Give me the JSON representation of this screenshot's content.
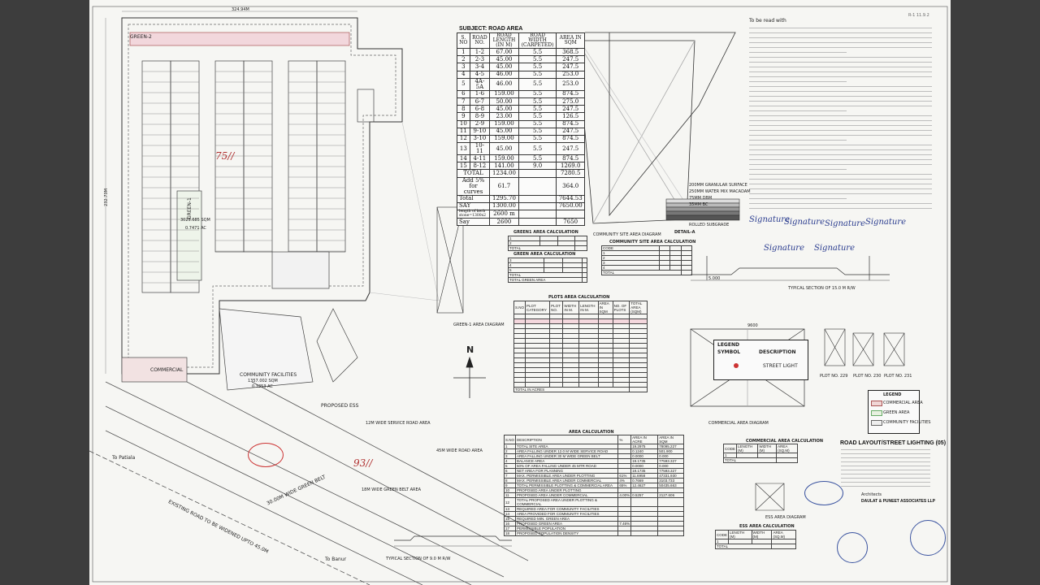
{
  "sheet": {
    "revision_label": "R-1 11.9.2"
  },
  "road_table": {
    "caption": "SUBJECT: ROAD AREA",
    "headers": [
      "S. NO",
      "ROAD NO.",
      "ROAD LENGTH (IN M)",
      "ROAD WIDTH (CARPETED)",
      "AREA IN SQM"
    ],
    "rows": [
      [
        "1",
        "1-2",
        "67.00",
        "5.5",
        "368.5"
      ],
      [
        "2",
        "2-3",
        "45.00",
        "5.5",
        "247.5"
      ],
      [
        "3",
        "3-4",
        "45.00",
        "5.5",
        "247.5"
      ],
      [
        "4",
        "4-5",
        "46.00",
        "5.5",
        "253.0"
      ],
      [
        "5",
        "4A-5A",
        "46.00",
        "5.5",
        "253.0"
      ],
      [
        "6",
        "1-6",
        "159.00",
        "5.5",
        "874.5"
      ],
      [
        "7",
        "6-7",
        "50.00",
        "5.5",
        "275.0"
      ],
      [
        "8",
        "6-8",
        "45.00",
        "5.5",
        "247.5"
      ],
      [
        "9",
        "8-9",
        "23.00",
        "5.5",
        "126.5"
      ],
      [
        "10",
        "2-9",
        "159.00",
        "5.5",
        "874.5"
      ],
      [
        "11",
        "9-10",
        "45.00",
        "5.5",
        "247.5"
      ],
      [
        "12",
        "3-10",
        "159.00",
        "5.5",
        "874.5"
      ],
      [
        "13",
        "10-11",
        "45.00",
        "5.5",
        "247.5"
      ],
      [
        "14",
        "4-11",
        "159.00",
        "5.5",
        "874.5"
      ],
      [
        "15",
        "8-12",
        "141.00",
        "9.0",
        "1269.0"
      ]
    ],
    "total_label": "TOTAL",
    "total_length": "1234.00",
    "total_area": "7280.5",
    "curves_label": "Add 5% for curves",
    "curves_length": "61.7",
    "curves_area": "364.0",
    "total2_label": "Total",
    "total2_length": "1295.70",
    "total2_area": "7644.53",
    "say_label": "SAY",
    "say_length": "1300.00",
    "say_area": "7650.00",
    "kerb_label": "length of kerb stone=1300x2",
    "kerb_value": "2600 m",
    "say2_label": "Say",
    "say2_length": "2600",
    "say2_area": "7650"
  },
  "plan_labels": {
    "green2": "GREEN-2",
    "green1": "GREEN-1",
    "green1_area": "3023.685 SQM",
    "green1_acre": "0.7471 AC",
    "commercial": "COMMERCIAL",
    "community": "COMMUNITY FACILITIES",
    "community_area": "1357.002 SQM",
    "community_acre": "0.3353 AC",
    "proposed_ess": "PROPOSED ESS",
    "service_road": "12M WIDE SERVICE ROAD AREA",
    "road_45m": "45M WIDE ROAD AREA",
    "green_belt_30": "30.00M WIDE GREEN BELT",
    "green_belt_18": "18M WIDE GREEN BELT AREA",
    "existing_road": "EXISTING ROAD TO BE WIDENED UPTO 45.0M",
    "to_patiala": "To Patiala",
    "to_banur": "To Banur",
    "typical_section_left": "TYPICAL SECTION OF 9.0 M R/W",
    "north": "N",
    "hand_75": "75//",
    "hand_93": "93//",
    "dim_top": "324.94M",
    "dim_left": "232.73M"
  },
  "road_layers": {
    "granular": "200MM GRANULAR SURFACE",
    "wmm": "250MM WATER MIX MACADAM",
    "dbm": "75MM DBM",
    "bc": "35MM BC",
    "subgrade": "ROLLED SUBGRADE",
    "detail": "DETAIL-A"
  },
  "diagram_labels": {
    "community_site": "COMMUNITY SITE AREA DIAGRAM",
    "green1_diagram": "GREEN-1 AREA DIAGRAM",
    "commercial_diagram": "COMMERCIAL AREA DIAGRAM",
    "ess_diagram": "ESS AREA DIAGRAM",
    "typical_section_right": "TYPICAL SECTION OF 15.0 M R/W",
    "plot_229": "PLOT NO. 229",
    "plot_230": "PLOT NO. 230",
    "plot_231": "PLOT NO. 231",
    "dim_9600": "9600",
    "dim_5000": "5.000"
  },
  "green_calc": {
    "caption": "GREEN1 AREA CALCULATION",
    "caption2": "GREEN AREA CALCULATION",
    "total": "TOTAL",
    "total_green": "TOTAL GREEN AREA"
  },
  "community_calc": {
    "caption": "COMMUNITY SITE AREA CALCULATION",
    "total": "TOTAL"
  },
  "plots_calc": {
    "caption": "PLOTS AREA CALCULATION",
    "headers": [
      "S.NO",
      "PLOT CATEGORY",
      "PLOT NO.",
      "WIDTH IN M.",
      "LENGTH IN M.",
      "AREA IN SQM",
      "NO. OF PLOTS",
      "TOTAL AREA (SQM)"
    ],
    "total": "TOTAL IN ACRES"
  },
  "area_calc": {
    "caption": "AREA CALCULATION",
    "headers": [
      "S.NO",
      "DESCRIPTION",
      "%",
      "AREA IN ACRE",
      "AREA IN SQM"
    ],
    "rows": [
      [
        "1",
        "TOTAL SITE AREA",
        "",
        "19.2975",
        "78095.227"
      ],
      [
        "2",
        "AREA FALLING UNDER 12.0 M WIDE SERVICE ROAD",
        "",
        "0.1240",
        "501.900"
      ],
      [
        "3",
        "AREA FALLING UNDER 30 M WIDE GREEN BELT",
        "",
        "0.0000",
        "0.000"
      ],
      [
        "4",
        "BALANCE AREA",
        "",
        "19.1735",
        "77593.327"
      ],
      [
        "5",
        "50% OF AREA FALLING UNDER 45 MTR ROAD",
        "",
        "0.0000",
        "0.000"
      ],
      [
        "6",
        "NET AREA FOR PLANNING",
        "",
        "19.1735",
        "77593.327"
      ],
      [
        "7",
        "MAX. PERMISSIBLE AREA UNDER PLOTTING",
        "61%",
        "11.6958",
        "47331.930"
      ],
      [
        "8",
        "MAX. PERMISSIBLE AREA UNDER COMMERCIAL",
        "4%",
        "0.7669",
        "3103.733"
      ],
      [
        "9",
        "TOTAL PERMISSIBLE PLOTTING & COMMERCIAL AREA",
        "65%",
        "12.4627",
        "50435.663"
      ],
      [
        "10",
        "PROPOSED AREA UNDER PLOTTING",
        "",
        "",
        ""
      ],
      [
        "11",
        "PROPOSED AREA UNDER COMMERCIAL",
        "4.00%",
        "0.5257",
        "2127.606"
      ],
      [
        "12",
        "TOTAL PROPOSED AREA UNDER PLOTTING & COMMERCIAL",
        "",
        "",
        ""
      ],
      [
        "13",
        "REQUIRED AREA FOR COMMUNITY FACILITIES",
        "",
        "",
        ""
      ],
      [
        "14",
        "AREA PROVIDED FOR COMMUNITY FACILITIES",
        "",
        "",
        ""
      ],
      [
        "15",
        "REQUIRED MIN. GREEN AREA",
        "",
        "",
        ""
      ],
      [
        "16",
        "PROPOSED GREEN AREA",
        "7.46%",
        "",
        ""
      ],
      [
        "17",
        "PERMISSIBLE POPULATION",
        "",
        "",
        ""
      ],
      [
        "18",
        "PROPOSED POPULATION DENSITY",
        "",
        "",
        ""
      ]
    ]
  },
  "legend": {
    "title": "LEGEND",
    "symbol": "SYMBOL",
    "description": "DESCRIPTION",
    "item": "STREET LIGHT"
  },
  "small_legend": {
    "title": "LEGEND",
    "items": [
      "COMMERCIAL AREA",
      "GREEN AREA",
      "COMMUNITY FACILITIES"
    ]
  },
  "commercial_calc": {
    "caption": "COMMERCIAL AREA CALCULATION",
    "headers": [
      "CODE",
      "LENGTH (M)",
      "WIDTH (M)",
      "AREA (SQ.M)"
    ],
    "total": "TOTAL"
  },
  "ess_calc": {
    "caption": "ESS AREA CALCULATION",
    "headers": [
      "CODE",
      "LENGTH (M)",
      "WIDTH (M)",
      "AREA (SQ.M)"
    ],
    "total": "TOTAL"
  },
  "title_block": {
    "title": "ROAD LAYOUT/STREET LIGHTING (05)",
    "architect": "DAULAT & PUNEET ASSOCIATES LLP",
    "project": "Architects"
  },
  "notes_title": "To be read with",
  "signatures": [
    "Signature",
    "Signature",
    "Signature",
    "Signature",
    "Signature",
    "Signature"
  ]
}
